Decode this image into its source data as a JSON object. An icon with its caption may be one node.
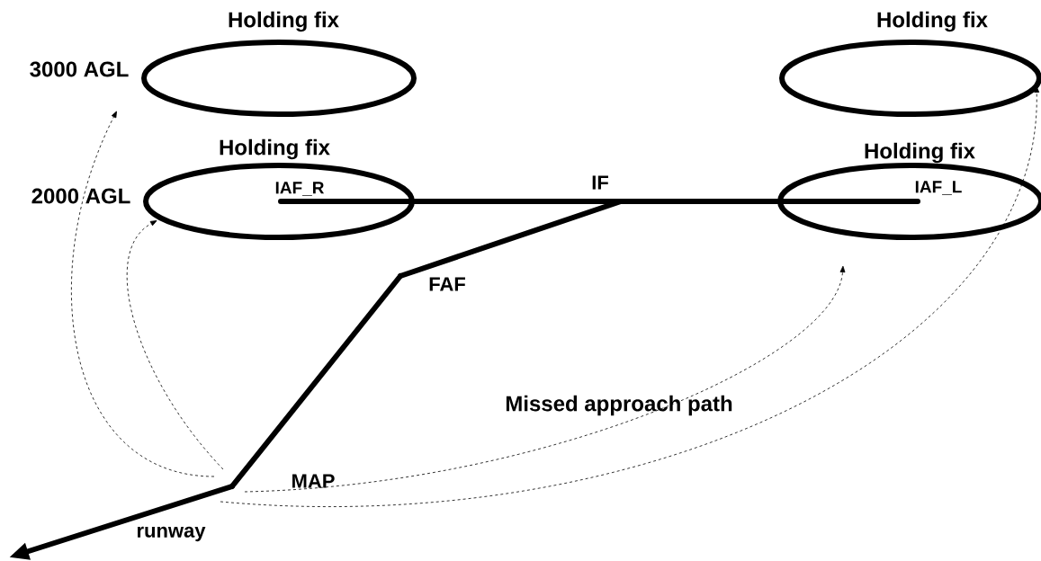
{
  "diagram": {
    "nodes": [
      {
        "text": [
          "Holding fix"
        ],
        "beside": [
          "3000 AGL"
        ]
      },
      {
        "text": [
          "Holding fix"
        ]
      },
      {
        "text": [
          "Holding fix"
        ],
        "beside": [
          "2000 AGL"
        ]
      },
      {
        "text": [
          "IAF_R"
        ],
        "in": 2
      },
      {
        "text": [
          "IF"
        ]
      },
      {
        "text": [
          "Holding fix"
        ]
      },
      {
        "text": [
          "IAF_L"
        ],
        "in": 5
      },
      {
        "text": [
          "FAF"
        ]
      },
      {
        "text": [
          "MAP"
        ]
      }
    ],
    "edges": [
      {
        "from": 3,
        "to": 4,
        "arrow": "none"
      },
      {
        "from": 4,
        "to": 6,
        "arrow": "none"
      },
      {
        "from": 4,
        "to": 7,
        "arrow": "none"
      },
      {
        "from": 7,
        "to": 8,
        "arrow": "none"
      },
      {
        "from": 8,
        "to": null,
        "arrow": "to",
        "label": "runway"
      },
      {
        "from": 8,
        "to": 0,
        "arrow": "to",
        "style": "dashed"
      },
      {
        "from": 8,
        "to": 2,
        "arrow": "to",
        "style": "dashed"
      },
      {
        "from": 8,
        "to": 5,
        "arrow": "to",
        "style": "dashed"
      },
      {
        "from": 8,
        "to": 1,
        "arrow": "to",
        "style": "dashed"
      }
    ],
    "labels": [
      "Missed approach path"
    ]
  }
}
